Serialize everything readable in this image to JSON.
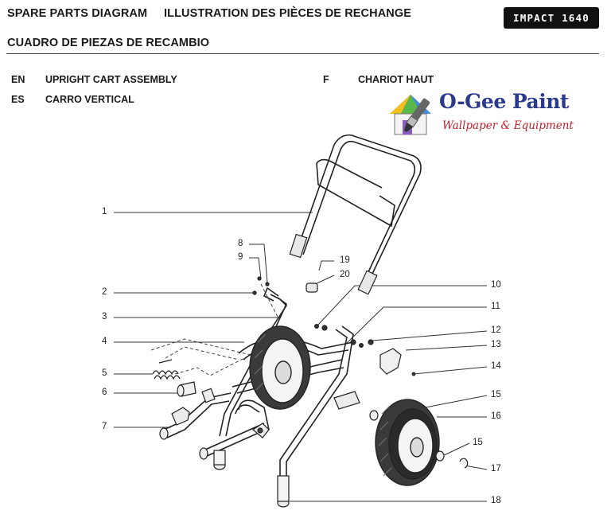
{
  "header": {
    "title_en": "SPARE PARTS DIAGRAM",
    "title_fr": "ILLUSTRATION DES PIÈCES DE RECHANGE",
    "title_es": "CUADRO DE PIEZAS DE RECAMBIO",
    "model_badge": "IMPACT 1640"
  },
  "assembly": {
    "en_code": "EN",
    "en_name": "UPRIGHT CART ASSEMBLY",
    "es_code": "ES",
    "es_name": "CARRO VERTICAL",
    "f_code": "F",
    "f_name": "CHARIOT HAUT"
  },
  "logo": {
    "name": "O-Gee Paint",
    "tagline": "Wallpaper & Equipment",
    "icon": "paint-brush-house-icon"
  },
  "callouts": {
    "c1": "1",
    "c2": "2",
    "c3": "3",
    "c4": "4",
    "c5": "5",
    "c6": "6",
    "c7": "7",
    "c8": "8",
    "c9": "9",
    "c10": "10",
    "c11": "11",
    "c12": "12",
    "c13": "13",
    "c14": "14",
    "c15a": "15",
    "c15b": "15",
    "c16": "16",
    "c17": "17",
    "c18": "18",
    "c19": "19",
    "c20": "20"
  }
}
